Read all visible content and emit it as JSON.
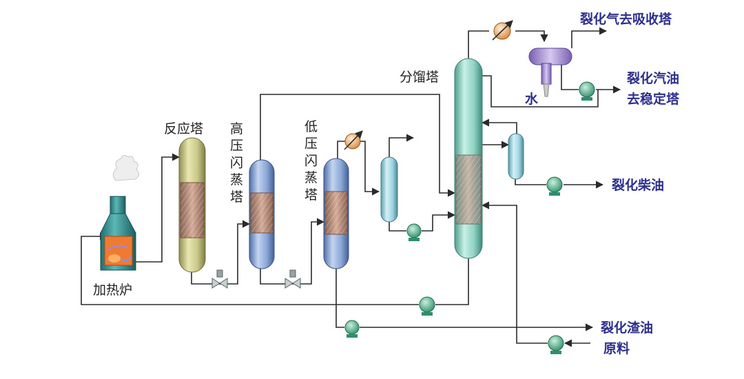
{
  "labels": {
    "furnace": "加热炉",
    "reactor": "反应塔",
    "hp_flash": "高压闪蒸塔",
    "lp_flash": "低压闪蒸塔",
    "fractionator": "分馏塔",
    "water": "水"
  },
  "outputs": {
    "cracked_gas": "裂化气去吸收塔",
    "cracked_gasoline_1": "裂化汽油",
    "cracked_gasoline_2": "去稳定塔",
    "cracked_diesel": "裂化柴油",
    "cracked_residue": "裂化渣油",
    "feedstock": "原料"
  },
  "colors": {
    "reactor_body": "#c9c88a",
    "hp_flash_body": "#8aa7d6",
    "lp_flash_body": "#8aa7d6",
    "fractionator_body": "#8fd3c4",
    "stripper_body": "#9fd4e0",
    "packing": "#b98a78",
    "pump": "#3aa380",
    "heat_exchanger": "#e8a060",
    "condenser": "#a98fd8",
    "output_text": "#2d2f8c",
    "line": "#2a2a2a"
  }
}
